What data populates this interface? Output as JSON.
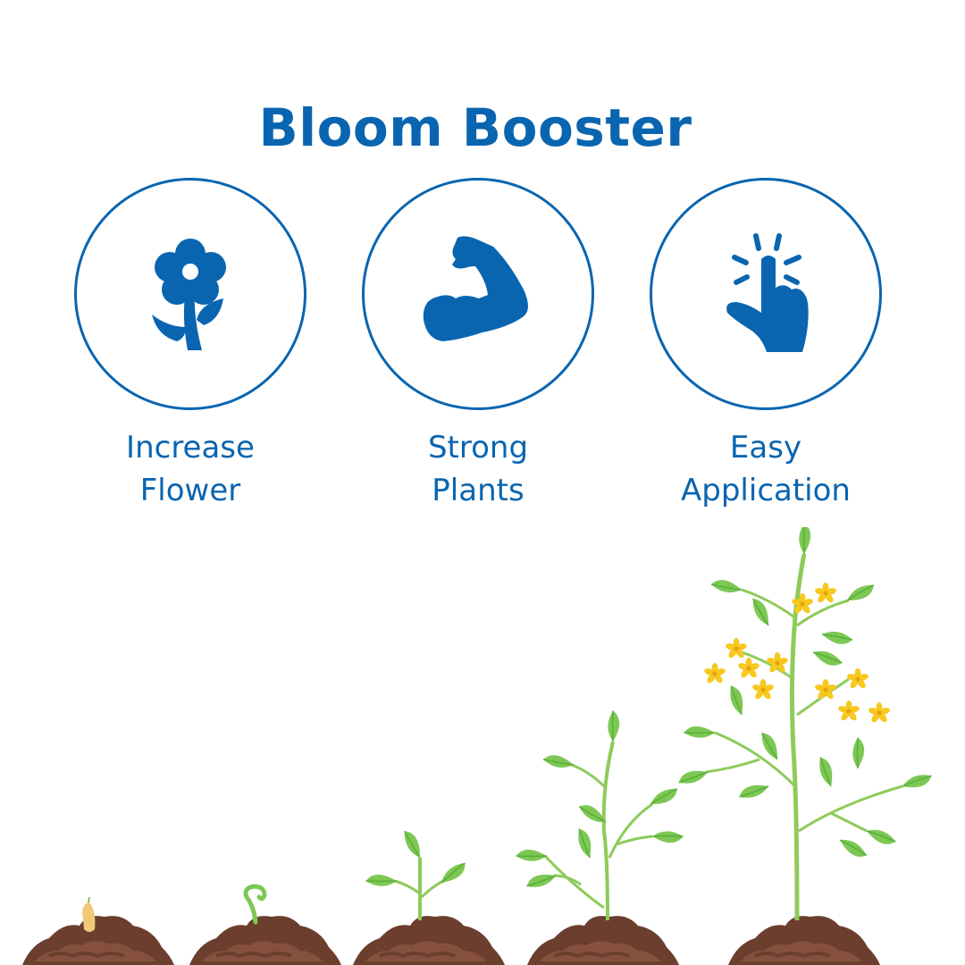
{
  "header": {
    "title": "Bloom Booster"
  },
  "colors": {
    "brand_blue": "#0a65b0",
    "leaf_green": "#7dc855",
    "leaf_dark": "#5aae3a",
    "stem_green": "#8ecb5a",
    "soil_dark": "#6b3e2e",
    "soil_light": "#8c5642",
    "flower_yellow": "#f7c81e"
  },
  "features": [
    {
      "icon": "flower-icon",
      "line1": "Increase",
      "line2": "Flower"
    },
    {
      "icon": "flexed-arm-icon",
      "line1": "Strong",
      "line2": "Plants"
    },
    {
      "icon": "tap-finger-icon",
      "line1": "Easy",
      "line2": "Application"
    }
  ],
  "growth_stages": [
    {
      "stage": "seed"
    },
    {
      "stage": "sprout"
    },
    {
      "stage": "seedling"
    },
    {
      "stage": "young-plant"
    },
    {
      "stage": "flowering-plant"
    }
  ]
}
